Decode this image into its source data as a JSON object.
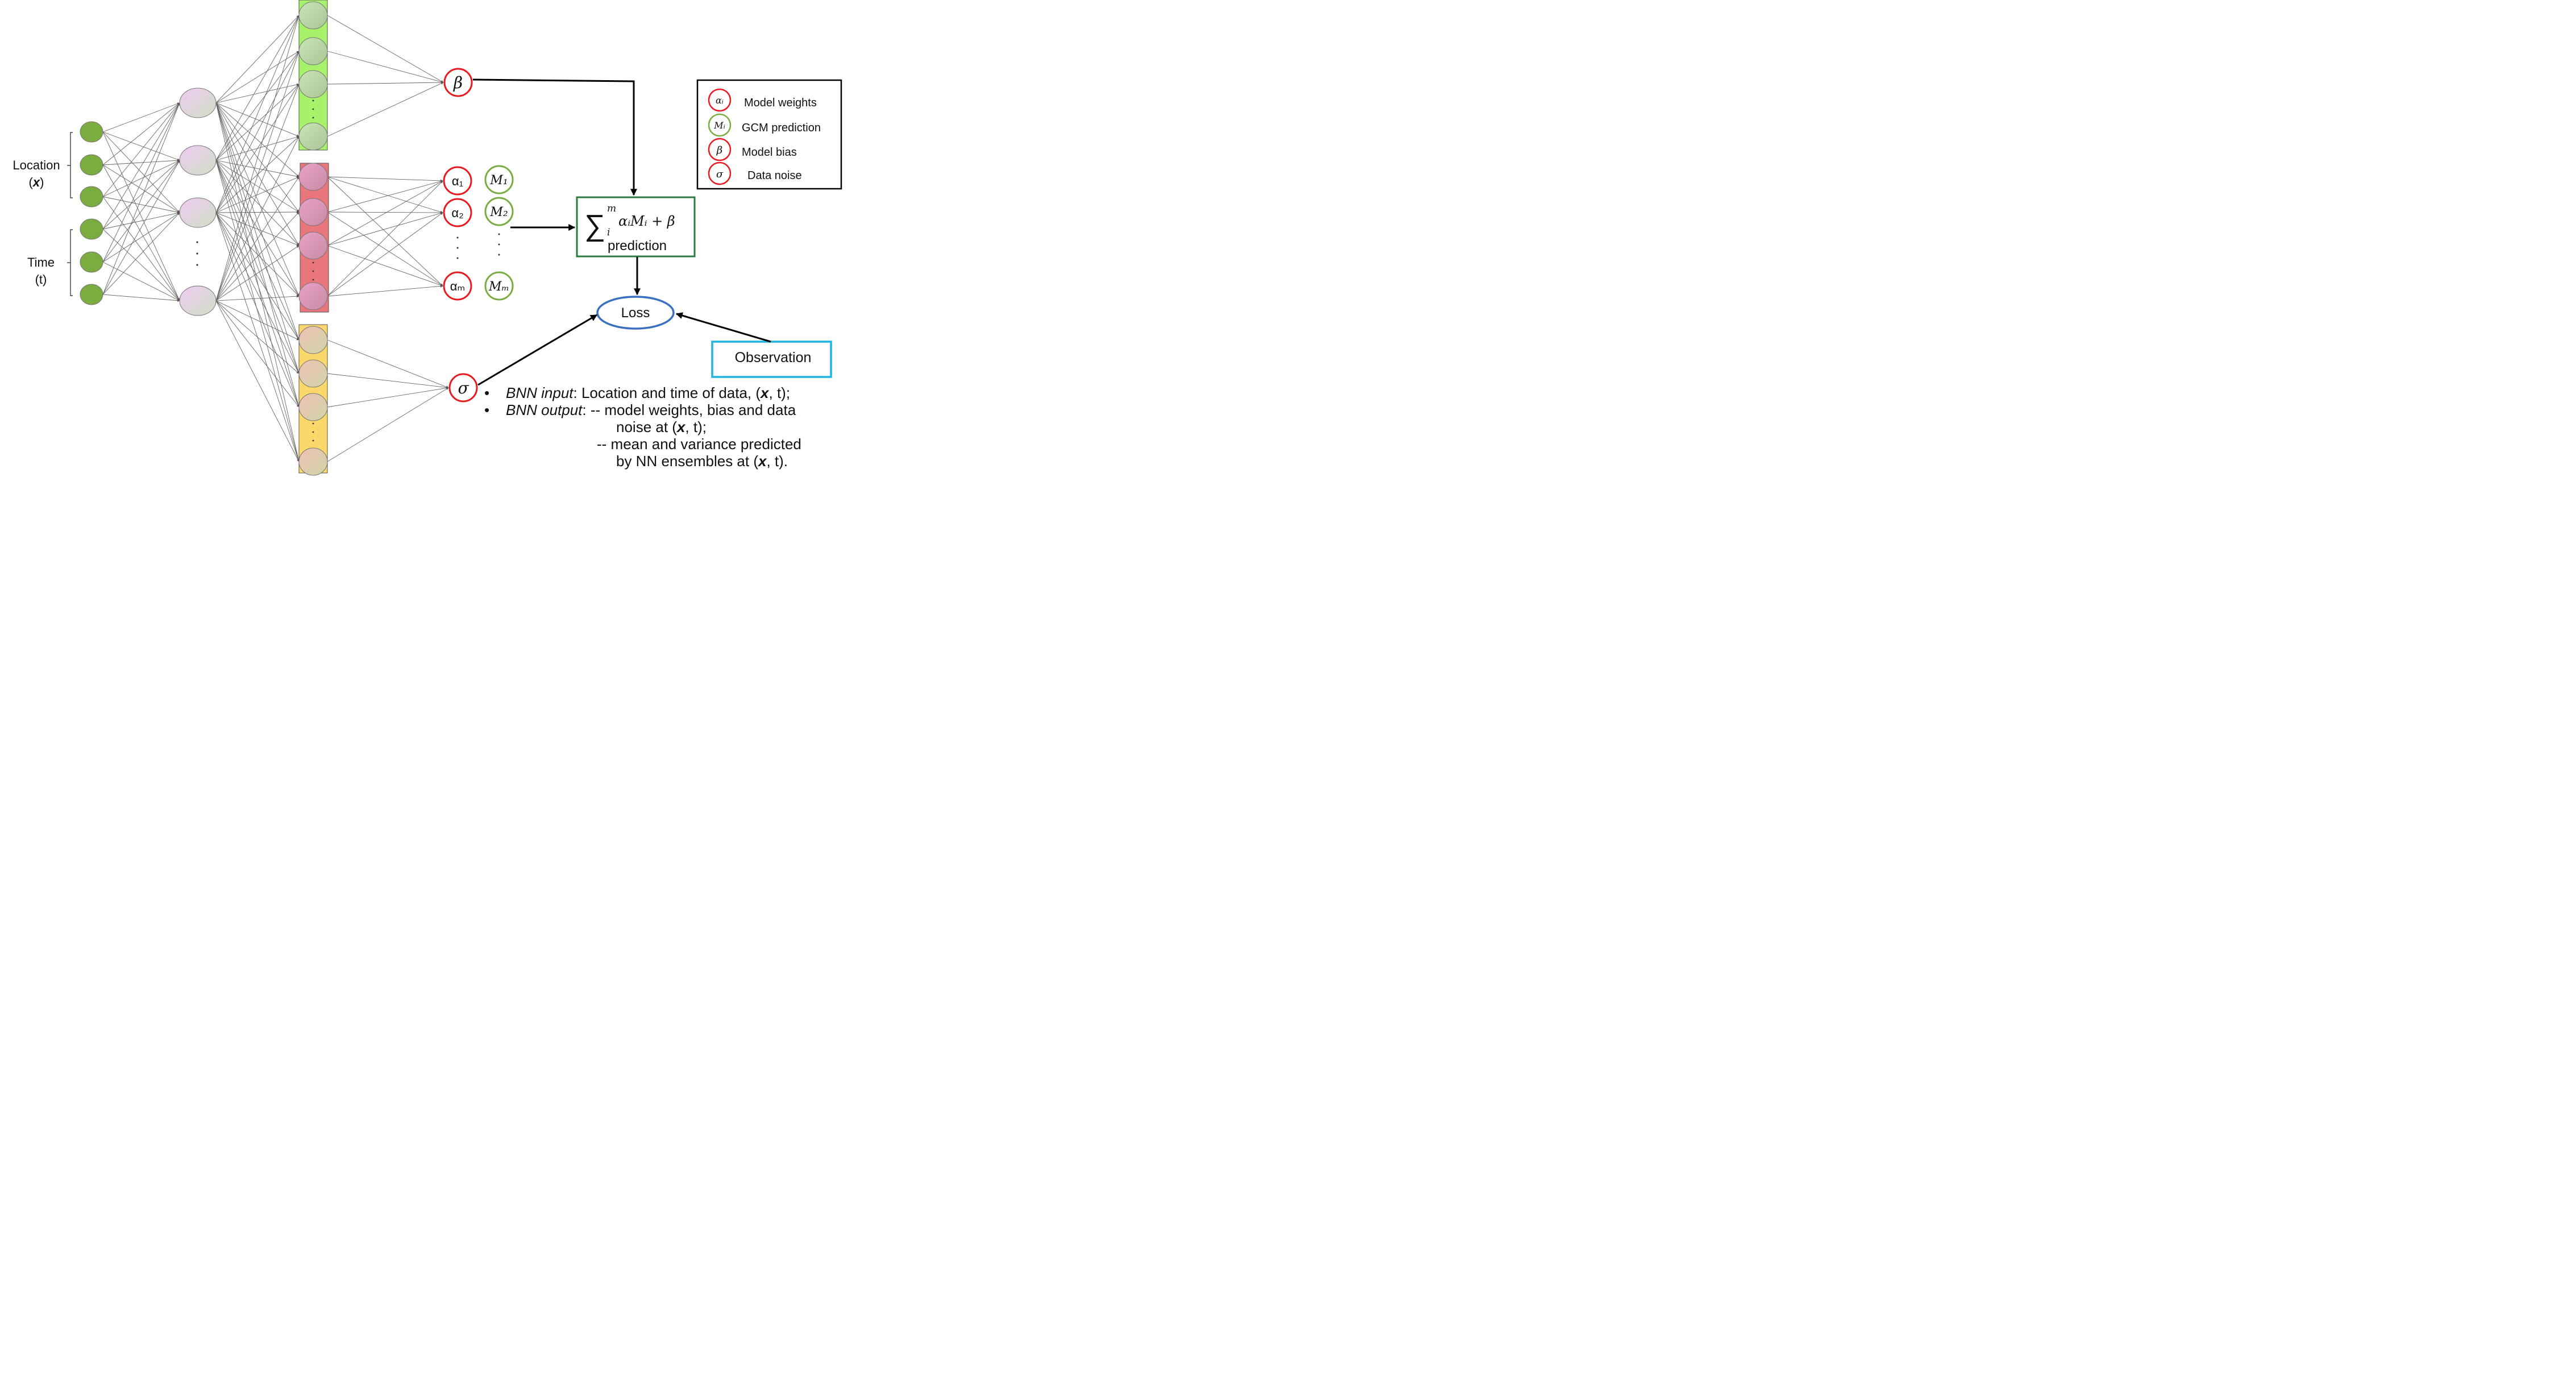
{
  "inputs": {
    "location_label": "Location",
    "location_var": "(x)",
    "time_label": "Time",
    "time_var": "(t)"
  },
  "outputs": {
    "beta": "β",
    "sigma": "σ",
    "alpha_1": "α₁",
    "alpha_2": "α₂",
    "alpha_m": "αₘ",
    "m_1": "M₁",
    "m_2": "M₂",
    "m_m": "Mₘ"
  },
  "formula": {
    "sum_symbol": "∑",
    "upper": "m",
    "lower": "i",
    "expression": "αᵢMᵢ + β",
    "caption": "prediction"
  },
  "loss_label": "Loss",
  "observation_label": "Observation",
  "legend": [
    {
      "symbol": "αᵢ",
      "label": "Model weights",
      "color": "#e8191f"
    },
    {
      "symbol": "Mᵢ",
      "label": "GCM prediction",
      "color": "#7aac3f"
    },
    {
      "symbol": "β",
      "label": "Model bias",
      "color": "#e8191f"
    },
    {
      "symbol": "σ",
      "label": "Data noise",
      "color": "#e8191f"
    }
  ],
  "notes": {
    "input_title": "BNN input",
    "input_text": ": Location and time of data, (",
    "x": "x",
    "input_end": ", t);",
    "output_title": "BNN output",
    "output_text": ": -- model weights, bias and data",
    "output_line2_a": "noise at (",
    "output_line2_b": ", t);",
    "output_line3": "-- mean and variance predicted",
    "output_line4_a": "by NN ensembles at (",
    "output_line4_b": ", t)."
  },
  "colors": {
    "input_node": "#7aac3f",
    "hidden_node": "#e6d0f0",
    "green_block": "#a6f26a",
    "red_block": "#e8767a",
    "yellow_block": "#fcd86b",
    "red_ring": "#e8191f",
    "green_ring": "#7aac3f",
    "formula_border": "#2c7a3f",
    "loss_border": "#3a6fc1",
    "observation_border": "#1fb4e6"
  }
}
